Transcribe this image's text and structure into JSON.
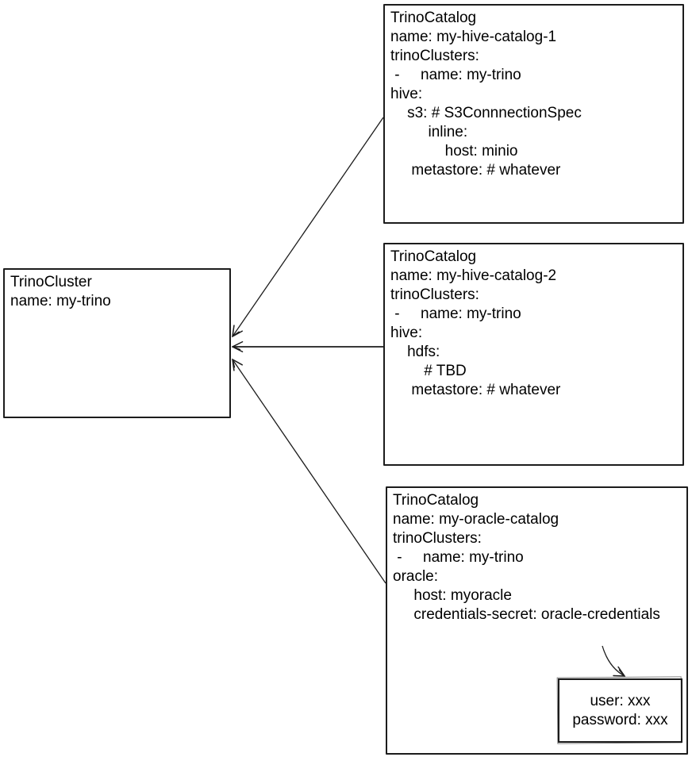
{
  "diagram": {
    "colors": {
      "stroke": "#1c1c1c",
      "text": "#000000",
      "background": "#ffffff"
    },
    "cluster": {
      "lines": [
        "TrinoCluster",
        "name: my-trino"
      ]
    },
    "catalogs": [
      {
        "lines": [
          "TrinoCatalog",
          "name: my-hive-catalog-1",
          "trinoClusters:",
          " -     name: my-trino",
          "hive:",
          "    s3: # S3ConnnectionSpec",
          "         inline:",
          "             host: minio",
          "     metastore: # whatever"
        ]
      },
      {
        "lines": [
          "TrinoCatalog",
          "name: my-hive-catalog-2",
          "trinoClusters:",
          " -     name: my-trino",
          "hive:",
          "    hdfs:",
          "        # TBD",
          "     metastore: # whatever"
        ]
      },
      {
        "lines": [
          "TrinoCatalog",
          "name: my-oracle-catalog",
          "trinoClusters:",
          " -     name: my-trino",
          "oracle:",
          "     host: myoracle",
          "     credentials-secret: oracle-credentials"
        ]
      }
    ],
    "secret": {
      "lines": [
        "user: xxx",
        "password: xxx"
      ]
    }
  }
}
